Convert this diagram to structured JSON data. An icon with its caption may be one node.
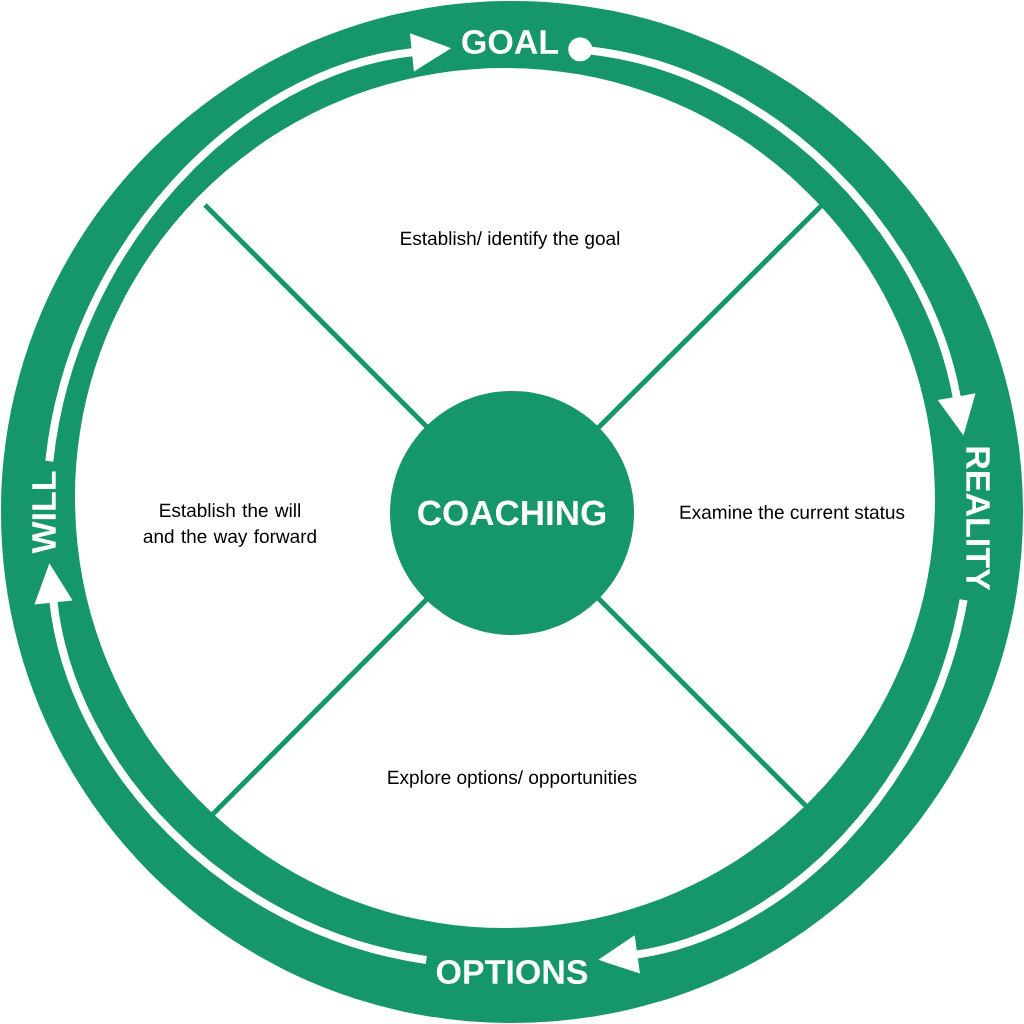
{
  "diagram": {
    "nodes": [
      {
        "text": [
          "GOAL"
        ]
      },
      {
        "text": [
          "REALITY"
        ]
      },
      {
        "text": [
          "OPTIONS"
        ]
      },
      {
        "text": [
          "WILL"
        ]
      },
      {
        "text": [
          "COACHING"
        ]
      }
    ],
    "edges": [
      {
        "from": 0,
        "to": 1,
        "arrow": "to"
      },
      {
        "from": 1,
        "to": 2,
        "arrow": "to"
      },
      {
        "from": 2,
        "to": 3,
        "arrow": "to"
      },
      {
        "from": 3,
        "to": 0,
        "arrow": "to"
      }
    ],
    "labels": [
      "Establish/ identify the goal",
      "Establish the will and the way forward",
      "Examine the current status",
      "Explore options/ opportunities"
    ]
  }
}
